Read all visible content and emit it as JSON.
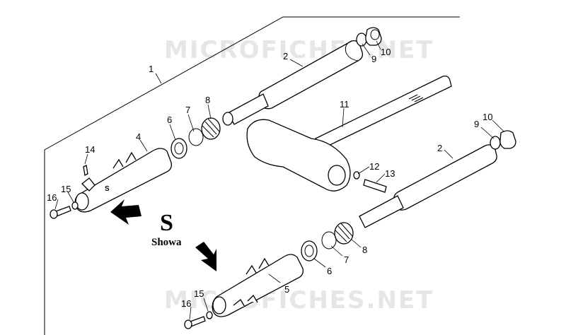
{
  "watermarks": [
    "MICROFICHES.NET",
    "MICROFICHES.NET"
  ],
  "brand_mark": {
    "letter": "S",
    "name": "Showa"
  },
  "part_labels": {
    "p1": "1",
    "p2a": "2",
    "p2b": "2",
    "p4": "4",
    "p5": "5",
    "p6a": "6",
    "p6b": "6",
    "p7a": "7",
    "p7b": "7",
    "p8a": "8",
    "p8b": "8",
    "p9a": "9",
    "p9b": "9",
    "p10a": "10",
    "p10b": "10",
    "p11": "11",
    "p12": "12",
    "p13": "13",
    "p14": "14",
    "p15a": "15",
    "p15b": "15",
    "p16a": "16",
    "p16b": "16"
  },
  "part_marks": {
    "s_small": "S"
  }
}
